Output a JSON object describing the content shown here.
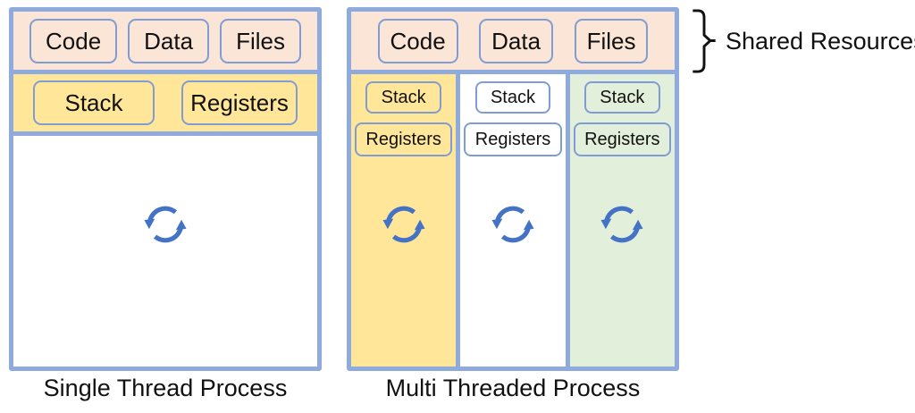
{
  "labels": {
    "shared_resources": "Shared Resources"
  },
  "single_process": {
    "caption": "Single Thread Process",
    "shared_resources": [
      "Code",
      "Data",
      "Files"
    ],
    "thread": {
      "stack": "Stack",
      "registers": "Registers"
    }
  },
  "multi_process": {
    "caption": "Multi Threaded Process",
    "shared_resources": [
      "Code",
      "Data",
      "Files"
    ],
    "threads": [
      {
        "stack": "Stack",
        "registers": "Registers",
        "fill": "#FFE699"
      },
      {
        "stack": "Stack",
        "registers": "Registers",
        "fill": "#FFFFFF"
      },
      {
        "stack": "Stack",
        "registers": "Registers",
        "fill": "#E2EFDA"
      }
    ]
  },
  "icons": {
    "thread_cycle": "cycle-arrows-icon",
    "brace": "right-curly-brace"
  },
  "colors": {
    "box_border_blue": "#8FAADC",
    "pill_border_blue": "#7F9DD4",
    "shared_header_pink": "#FBE5D6",
    "thread_yellow": "#FFE699",
    "thread_white": "#FFFFFF",
    "thread_green": "#E2EFDA",
    "icon_blue": "#4472C4",
    "text_black": "#111111",
    "background": "#FFFFFF"
  }
}
